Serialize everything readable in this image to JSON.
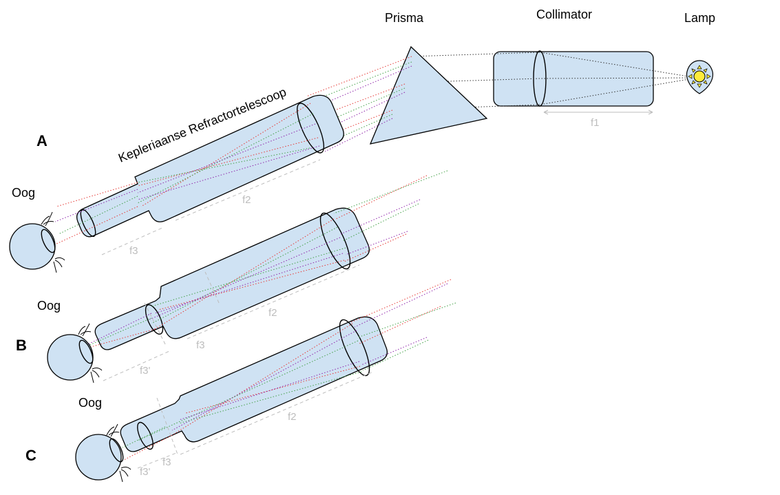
{
  "labels": {
    "prism": "Prisma",
    "collimator": "Collimator",
    "lamp": "Lamp",
    "telescope": "Kepleriaanse Refractortelescoop",
    "eye_a": "Oog",
    "eye_b": "Oog",
    "eye_c": "Oog",
    "case_a": "A",
    "case_b": "B",
    "case_c": "C"
  },
  "dimensions": {
    "collimator_focal": "f1",
    "a_objective_focal": "f2",
    "a_eyepiece_focal": "f3",
    "b_objective_focal": "f2",
    "b_eyepiece_focal": "f3",
    "b_eyepiece_focal_alt": "f3'",
    "c_objective_focal": "f2",
    "c_eyepiece_focal": "f3",
    "c_eyepiece_focal_alt": "f3'"
  },
  "colors": {
    "tube_fill": "#cfe2f3",
    "ray_red": "#e53935",
    "ray_green": "#43a047",
    "ray_violet": "#8e24aa",
    "lamp_yellow": "#ffeb3b",
    "dimension_gray": "#bdbdbd"
  },
  "icons": {
    "lamp": "sun-icon",
    "eye": "eye-icon"
  }
}
